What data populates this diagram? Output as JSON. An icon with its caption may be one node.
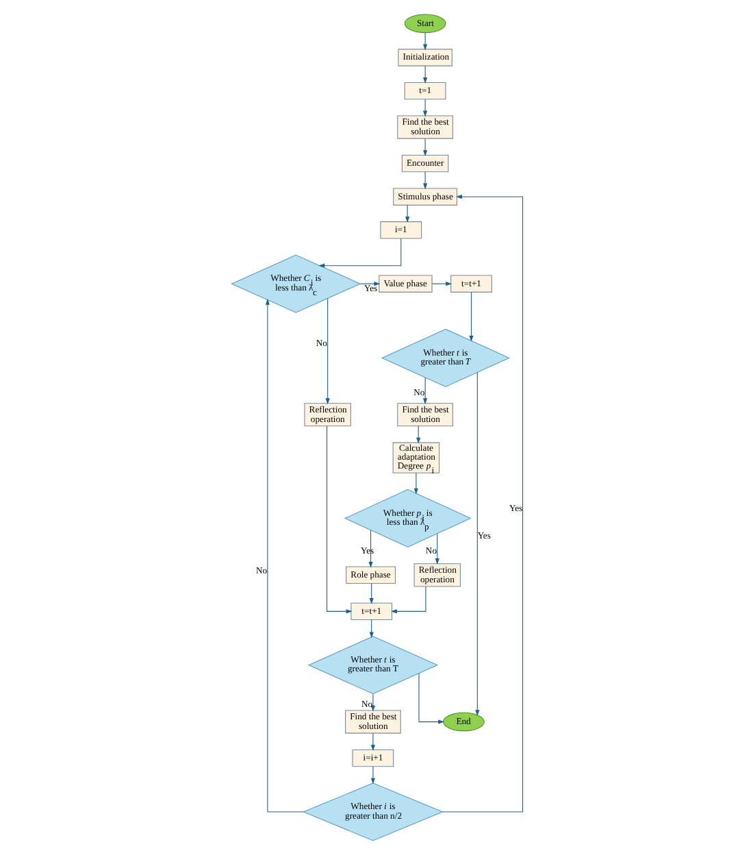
{
  "diagram": {
    "nodes": [
      {
        "text": [
          "Start"
        ]
      },
      {
        "text": [
          "Initialization"
        ]
      },
      {
        "text": [
          "t=1"
        ]
      },
      {
        "text": [
          "Find the best solution"
        ]
      },
      {
        "text": [
          "Encounter"
        ]
      },
      {
        "text": [
          "Stimulus phase"
        ]
      },
      {
        "text": [
          "i=1"
        ]
      },
      {
        "text": [
          "Whether *C*$_{i}$ is less than λ$_{c}$"
        ]
      },
      {
        "text": [
          "Reflection operation"
        ]
      },
      {
        "text": [
          "Value phase"
        ]
      },
      {
        "text": [
          "t=t+1"
        ]
      },
      {
        "text": [
          "Whether *t* is greater than *T*"
        ]
      },
      {
        "text": [
          "Find the best solution"
        ]
      },
      {
        "text": [
          "Calculate adaptation Degree *p*$_{i}$"
        ]
      },
      {
        "text": [
          "Whether *p*$_{i}$ is less than λ$_{p}$"
        ]
      },
      {
        "text": [
          "Reflection operation"
        ]
      },
      {
        "text": [
          "Role phase"
        ]
      },
      {
        "text": [
          "t=t+1"
        ]
      },
      {
        "text": [
          "Whether *t* is greater than T"
        ]
      },
      {
        "text": [
          "Find the best solution"
        ]
      },
      {
        "text": [
          "i=i+1"
        ]
      },
      {
        "text": [
          "Whether *i* is greater than n/2"
        ]
      },
      {
        "text": [
          "End"
        ]
      }
    ],
    "edges": [
      {
        "from": 0,
        "to": 1,
        "arrow": "to"
      },
      {
        "from": 1,
        "to": 2,
        "arrow": "to"
      },
      {
        "from": 2,
        "to": 3,
        "arrow": "to"
      },
      {
        "from": 3,
        "to": 4,
        "arrow": "to"
      },
      {
        "from": 4,
        "to": 5,
        "arrow": "to"
      },
      {
        "from": 5,
        "to": 6,
        "arrow": "to"
      },
      {
        "from": 6,
        "to": 7,
        "arrow": "to"
      },
      {
        "from": 7,
        "to": 8,
        "arrow": "to",
        "label": "No"
      },
      {
        "from": 7,
        "to": 9,
        "arrow": "to",
        "label": "Yes"
      },
      {
        "from": 9,
        "to": 10,
        "arrow": "to"
      },
      {
        "from": 10,
        "to": 11,
        "arrow": "to"
      },
      {
        "from": 11,
        "to": 12,
        "arrow": "to",
        "label": "No"
      },
      {
        "from": 11,
        "to": 22,
        "arrow": "to",
        "label": "Yes"
      },
      {
        "from": 12,
        "to": 13,
        "arrow": "to"
      },
      {
        "from": 13,
        "to": 14,
        "arrow": "to"
      },
      {
        "from": 14,
        "to": 15,
        "arrow": "to",
        "label": "No"
      },
      {
        "from": 14,
        "to": 16,
        "arrow": "to",
        "label": "Yes"
      },
      {
        "from": 15,
        "to": 17,
        "arrow": "to"
      },
      {
        "from": 16,
        "to": 17,
        "arrow": "to"
      },
      {
        "from": 8,
        "to": 17,
        "arrow": "to"
      },
      {
        "from": 17,
        "to": 18,
        "arrow": "to"
      },
      {
        "from": 18,
        "to": 19,
        "arrow": "to",
        "label": "No"
      },
      {
        "from": 18,
        "to": 22,
        "arrow": "to"
      },
      {
        "from": 19,
        "to": 20,
        "arrow": "to"
      },
      {
        "from": 20,
        "to": 21,
        "arrow": "to"
      },
      {
        "from": 21,
        "to": 7,
        "arrow": "to",
        "label": "No"
      },
      {
        "from": 21,
        "to": 5,
        "arrow": "to",
        "label": "Yes"
      }
    ]
  }
}
